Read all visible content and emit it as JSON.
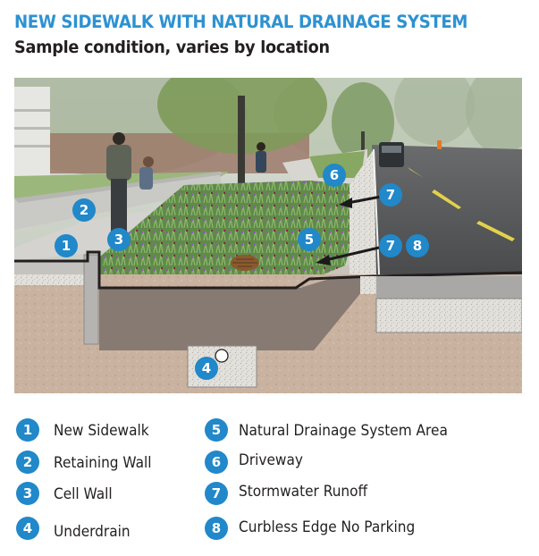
{
  "header": {
    "title": "NEW SIDEWALK WITH NATURAL DRAINAGE SYSTEM",
    "subtitle": "Sample condition, varies by location"
  },
  "colors": {
    "title_blue": "#2d92d1",
    "badge_blue": "#2188c9",
    "text_dark": "#231f20"
  },
  "illustration": {
    "description": "Cross-section rendering of street with sidewalk, retaining wall, planted natural drainage area, gravel edge and roadway",
    "callouts": [
      {
        "number": "1",
        "target": "new-sidewalk"
      },
      {
        "number": "2",
        "target": "retaining-wall"
      },
      {
        "number": "3",
        "target": "cell-wall"
      },
      {
        "number": "4",
        "target": "underdrain"
      },
      {
        "number": "5",
        "target": "natural-drainage-area"
      },
      {
        "number": "6",
        "target": "driveway"
      },
      {
        "number": "7",
        "target": "stormwater-runoff-upper"
      },
      {
        "number": "7",
        "target": "stormwater-runoff-lower"
      },
      {
        "number": "8",
        "target": "curbless-edge"
      }
    ]
  },
  "legend": {
    "items": [
      {
        "number": "1",
        "label": "New Sidewalk"
      },
      {
        "number": "2",
        "label": "Retaining Wall"
      },
      {
        "number": "3",
        "label": "Cell Wall"
      },
      {
        "number": "4",
        "label": "Underdrain"
      },
      {
        "number": "5",
        "label": "Natural Drainage System Area"
      },
      {
        "number": "6",
        "label": "Driveway"
      },
      {
        "number": "7",
        "label": "Stormwater Runoff"
      },
      {
        "number": "8",
        "label": "Curbless Edge No Parking"
      }
    ]
  }
}
